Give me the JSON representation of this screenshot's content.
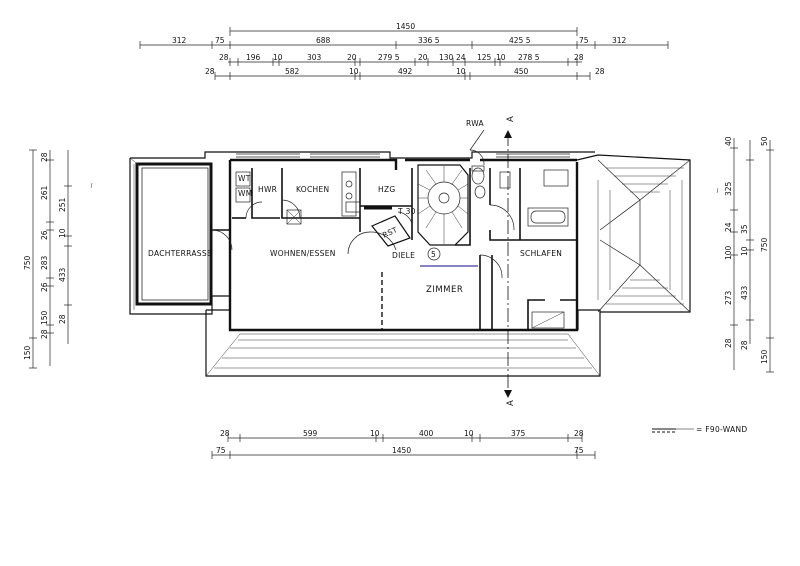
{
  "dimensions": {
    "top_row1": {
      "total": "1450"
    },
    "top_row2": [
      "312",
      "75",
      "688",
      "336 5",
      "425 5",
      "75",
      "312"
    ],
    "top_row3": [
      "28",
      "196",
      "10",
      "303",
      "20",
      "279 5",
      "20",
      "130",
      "24",
      "125",
      "10",
      "278 5",
      "28"
    ],
    "top_row4": [
      "28",
      "582",
      "10",
      "492",
      "10",
      "450",
      "28"
    ],
    "bottom_row1": [
      "28",
      "599",
      "10",
      "400",
      "10",
      "375",
      "28"
    ],
    "bottom_row2": [
      "75",
      "1450",
      "75"
    ],
    "left_outer": [
      "750",
      "150"
    ],
    "left_mid": [
      "28",
      "261",
      "26",
      "283",
      "26",
      "150",
      "28"
    ],
    "left_inner": [
      "251",
      "10",
      "433",
      "28"
    ],
    "right_outer": [
      "750",
      "150"
    ],
    "right_mid": [
      "40",
      "325",
      "24",
      "100",
      "273",
      "28"
    ],
    "right_inner": [
      "50",
      "35",
      "10",
      "433",
      "28"
    ]
  },
  "rooms": {
    "dachterrasse": "DACHTERRASSE",
    "wohnen": "WOHNEN/ESSEN",
    "hwr": "HWR",
    "kochen": "KOCHEN",
    "hzg": "HZG",
    "wt": "WT",
    "wm": "WM",
    "rst": "RST",
    "t30": "T 30",
    "diele": "DIELE",
    "number": "5",
    "zimmer": "ZIMMER",
    "schlafen": "SCHLAFEN",
    "rwa": "RWA"
  },
  "section": {
    "label_top": "A",
    "label_bottom": "A"
  },
  "legend": {
    "text": "= F90-WAND"
  }
}
